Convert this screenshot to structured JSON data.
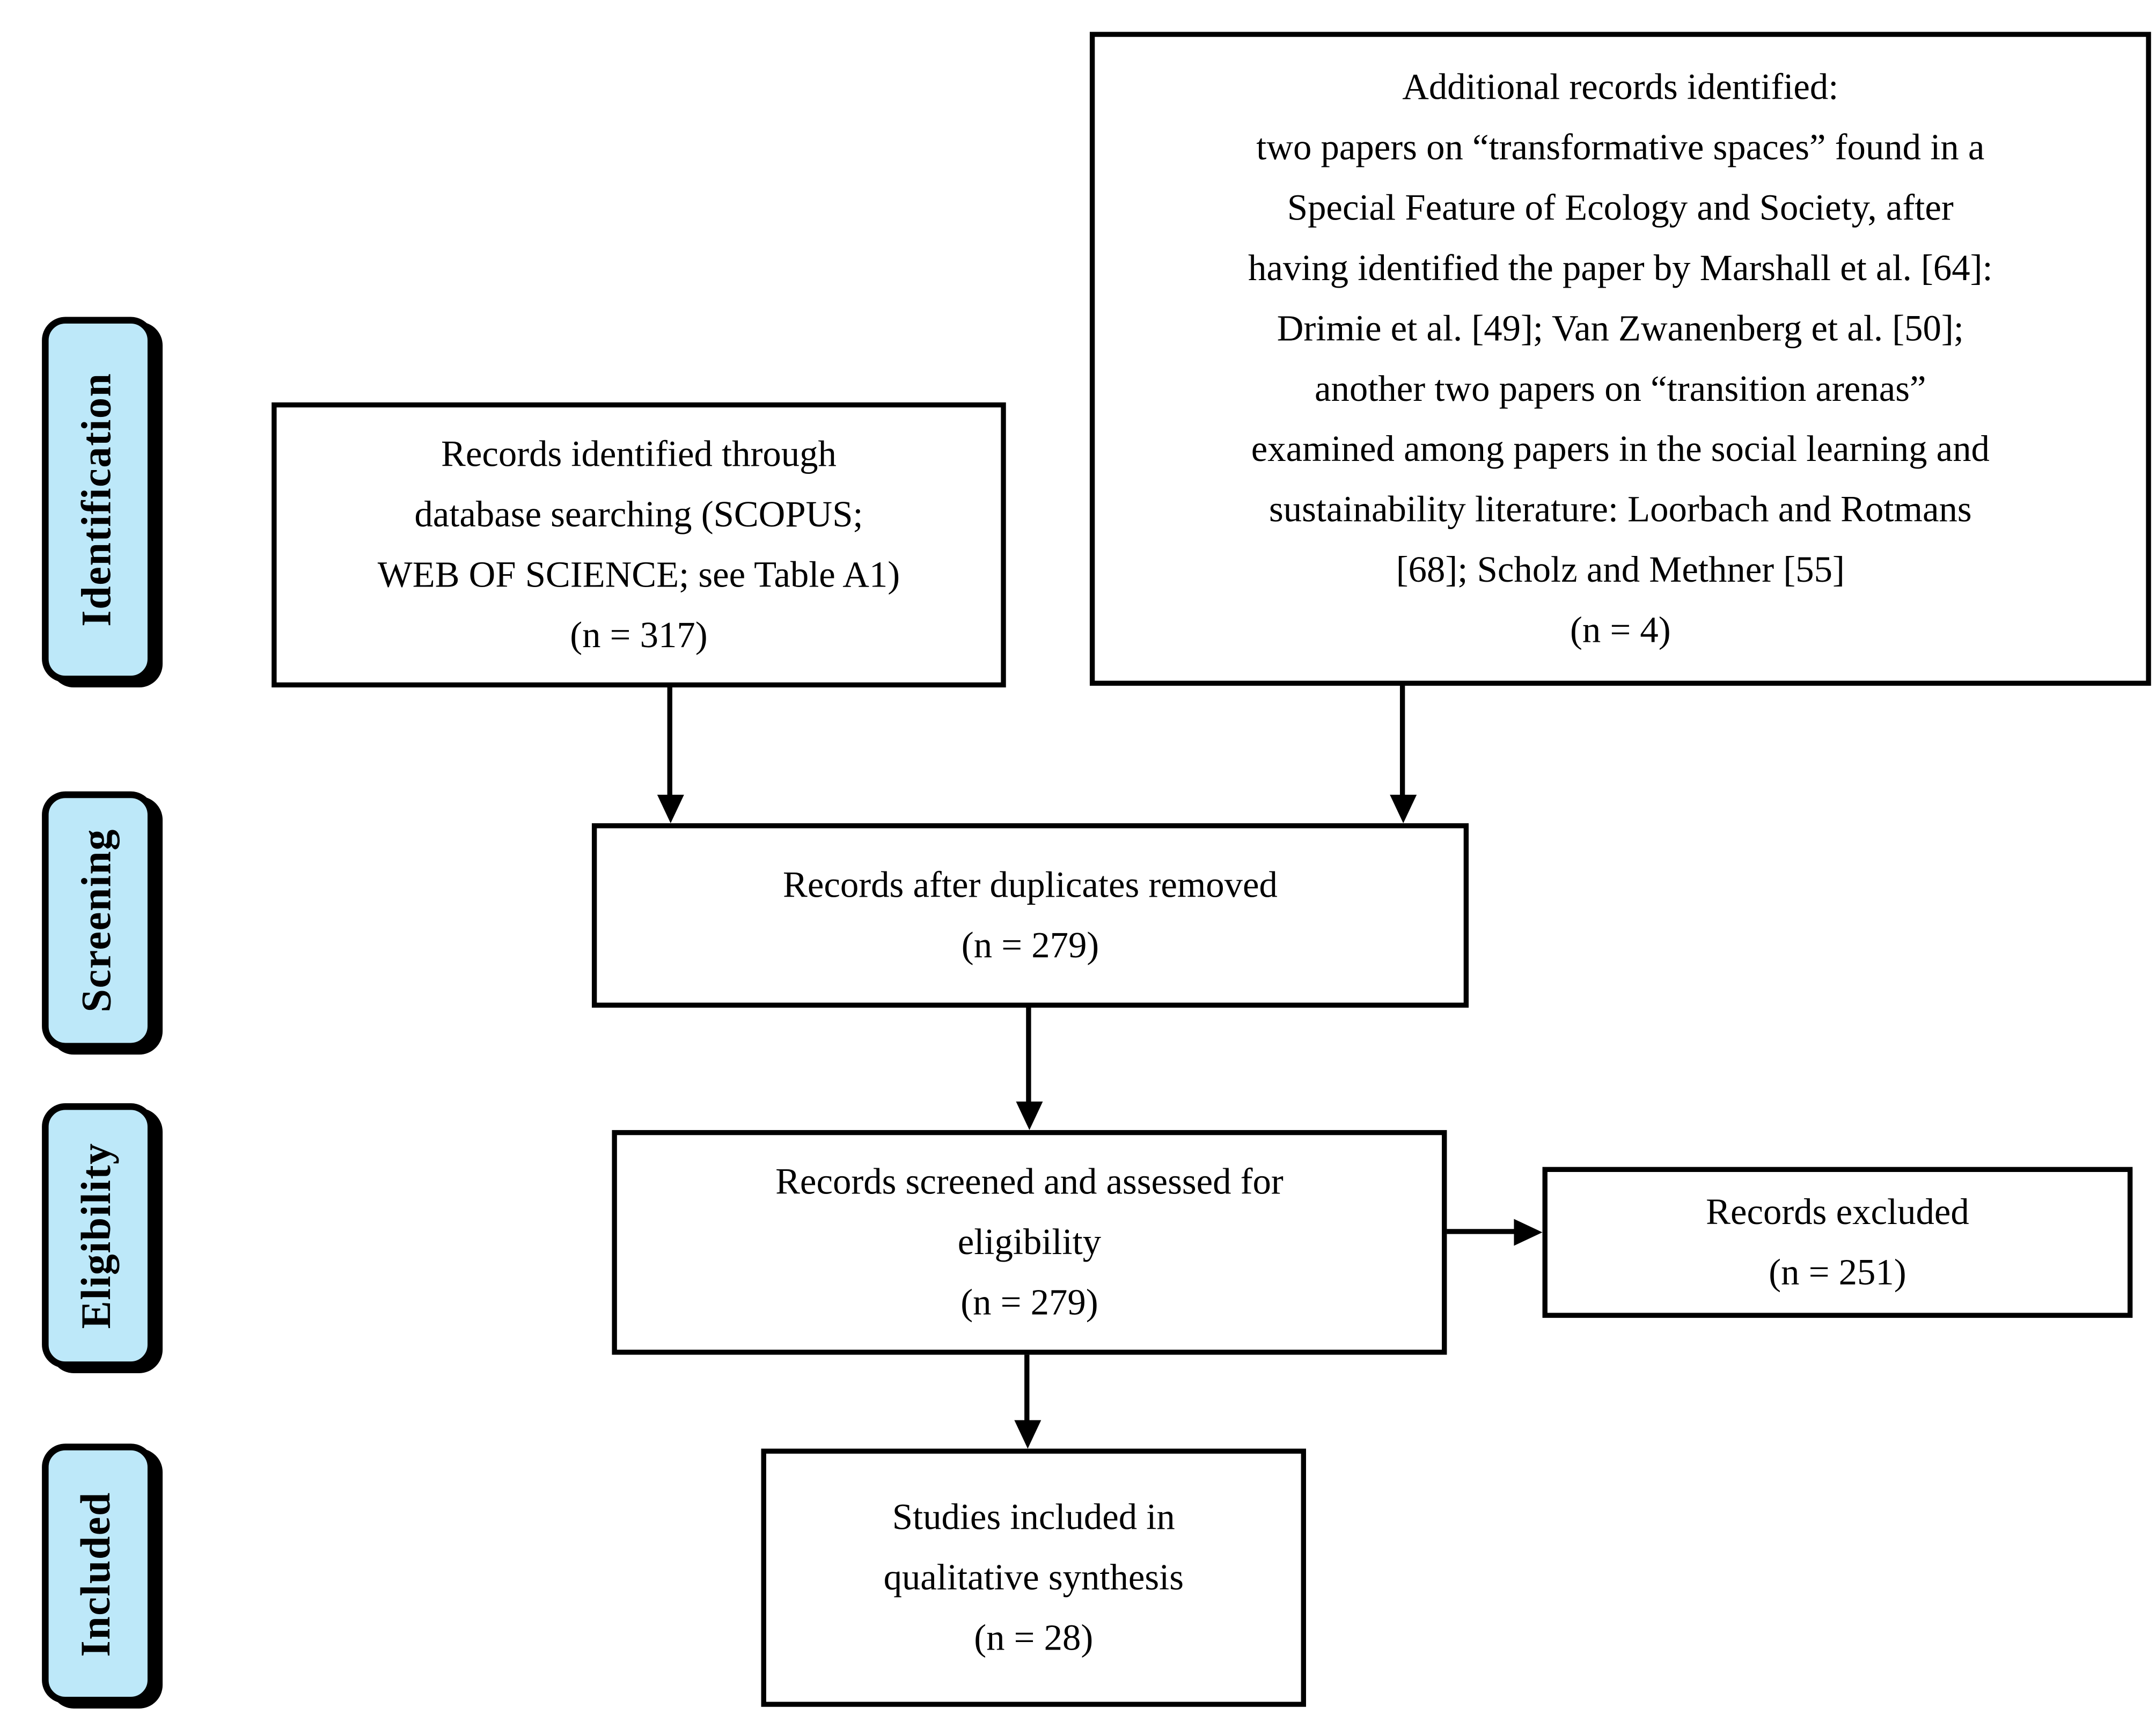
{
  "diagram": {
    "colors": {
      "stage_fill": "#bde8f9",
      "box_fill": "#ffffff",
      "line": "#000000"
    },
    "stages": [
      {
        "label": "Identification"
      },
      {
        "label": "Screening"
      },
      {
        "label": "Eligibility"
      },
      {
        "label": "Included"
      }
    ],
    "boxes": {
      "identified": {
        "lines": [
          "Records identified through",
          "database searching (SCOPUS;",
          "WEB OF SCIENCE; see Table A1)",
          "(n = 317)"
        ]
      },
      "additional": {
        "lines": [
          "Additional records identified:",
          "two papers on “transformative spaces” found in a",
          "Special Feature of Ecology and Society, after",
          "having identified the paper by Marshall et al. [64]:",
          "Drimie et al. [49]; Van Zwanenberg et al. [50];",
          "another two papers on “transition arenas”",
          "examined among papers in the social learning and",
          "sustainability literature: Loorbach and Rotmans",
          "[68]; Scholz and Methner [55]",
          "(n = 4)"
        ]
      },
      "deduplicated": {
        "lines": [
          "Records after duplicates removed",
          "(n = 279)"
        ]
      },
      "screened": {
        "lines": [
          "Records screened and assessed for",
          "eligibility",
          "(n = 279)"
        ]
      },
      "excluded": {
        "lines": [
          "Records excluded",
          "(n = 251)"
        ]
      },
      "included_studies": {
        "lines": [
          "Studies included in",
          "qualitative synthesis",
          "(n = 28)"
        ]
      }
    }
  }
}
